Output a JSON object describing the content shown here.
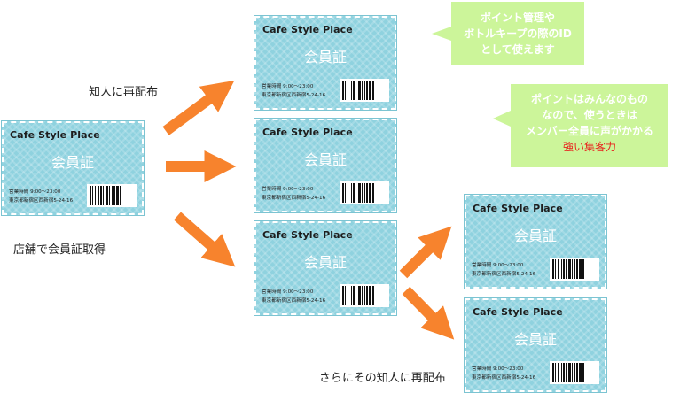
{
  "card": {
    "name": "Cafe Style Place",
    "title": "会員証",
    "hours": "営業時間 9:00～23:00",
    "address": "東京都新宿区西新宿5-24-16"
  },
  "labels": {
    "shop": "店舗で会員証取得",
    "redistribute": "知人に再配布",
    "redistribute_again": "さらにその知人に再配布"
  },
  "callout_top": {
    "lines": [
      "ポイント管理や",
      "ボトルキープの際のID",
      "として使えます"
    ]
  },
  "callout_mid": {
    "lines": [
      "ポイントはみんなのもの",
      "なので、使うときは",
      "メンバー全員に声がかかる"
    ],
    "highlight": "強い集客力"
  },
  "colors": {
    "card_bg": "#8fd2df",
    "arrow": "#f7832d",
    "callout_bg": "#ccf59a",
    "highlight": "#e8211c"
  }
}
